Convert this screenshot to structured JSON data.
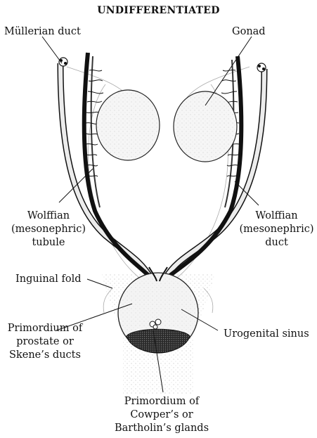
{
  "title": "UNDIFFERENTIATED",
  "labels": {
    "mullerian_duct": "Müllerian duct",
    "gonad": "Gonad",
    "wolffian_tubule": [
      "Wolffian",
      "(mesonephric)",
      "tubule"
    ],
    "wolffian_duct": [
      "Wolffian",
      "(mesonephric)",
      "duct"
    ],
    "inguinal_fold": "Inguinal fold",
    "urogenital_sinus": "Urogenital sinus",
    "primordium_prostate": [
      "Primordium of",
      "prostate or",
      "Skene’s ducts"
    ],
    "primordium_cowper": [
      "Primordium of",
      "Cowper’s or",
      "Bartholin’s glands"
    ]
  },
  "colors": {
    "ink": "#111111",
    "stipple": "#9a9a9a",
    "duct_fill": "#e9e9e9",
    "sinus_fill": "#f4f4f4"
  }
}
